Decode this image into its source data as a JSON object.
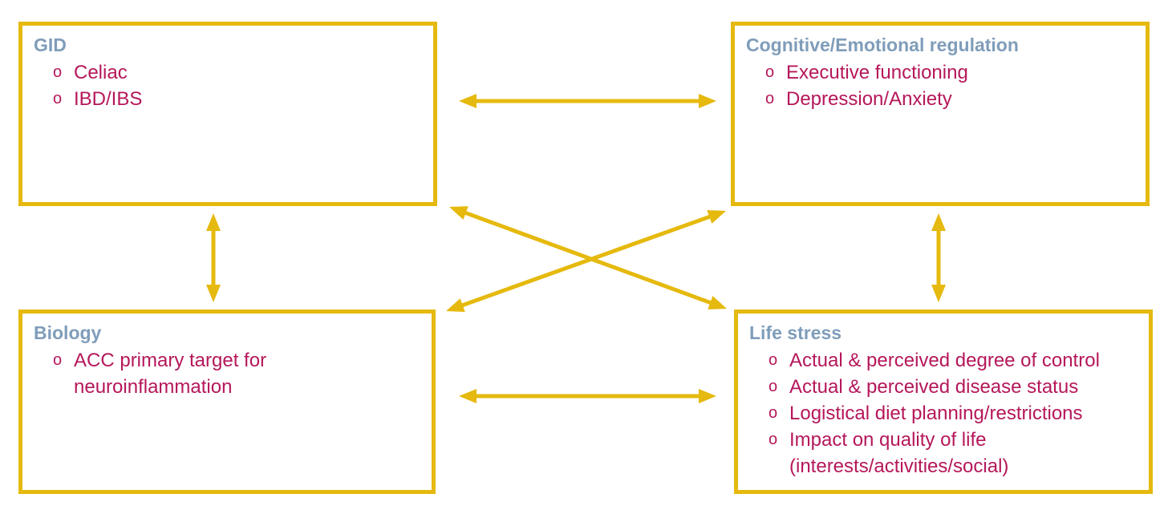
{
  "colors": {
    "box_border": "#E5B90E",
    "arrow": "#E5B90E",
    "title": "#7F9DBA",
    "item": "#B5175A"
  },
  "bullet_glyph": "o",
  "boxes": {
    "gid": {
      "title": "GID",
      "items": [
        "Celiac",
        "IBD/IBS"
      ]
    },
    "cognitive": {
      "title": "Cognitive/Emotional regulation",
      "items": [
        "Executive functioning",
        "Depression/Anxiety"
      ]
    },
    "biology": {
      "title": "Biology",
      "items": [
        "ACC primary target for\nneuroinflammation"
      ]
    },
    "life_stress": {
      "title": "Life stress",
      "items": [
        "Actual & perceived degree of control",
        "Actual & perceived disease status",
        "Logistical diet planning/restrictions",
        "Impact on quality of life\n(interests/activities/social)"
      ]
    }
  },
  "connections": [
    {
      "from": "gid",
      "to": "cognitive"
    },
    {
      "from": "gid",
      "to": "biology"
    },
    {
      "from": "gid",
      "to": "life_stress"
    },
    {
      "from": "cognitive",
      "to": "biology"
    },
    {
      "from": "cognitive",
      "to": "life_stress"
    },
    {
      "from": "biology",
      "to": "life_stress"
    }
  ]
}
